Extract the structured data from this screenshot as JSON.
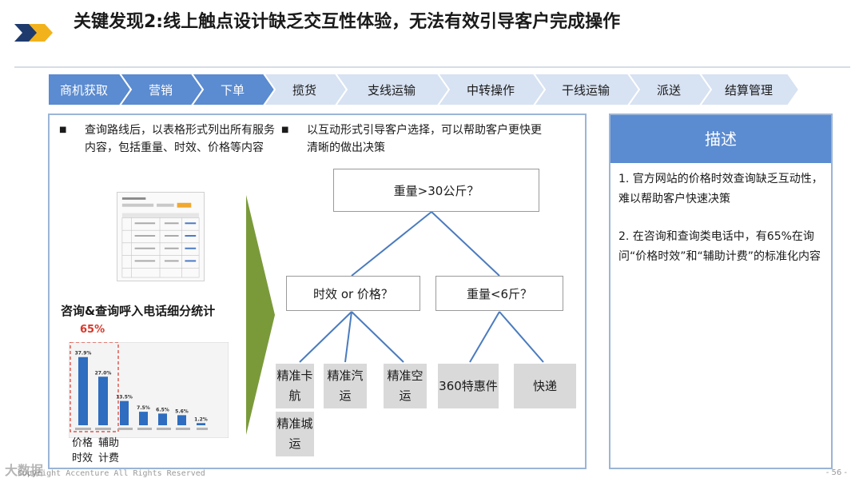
{
  "header": {
    "title": "关键发现2:线上触点设计缺乏交互性体验，无法有效引导客户完成操作"
  },
  "process": [
    {
      "label": "商机获取",
      "active": true
    },
    {
      "label": "营销",
      "active": true
    },
    {
      "label": "下单",
      "active": true
    },
    {
      "label": "揽货",
      "active": false
    },
    {
      "label": "支线运输",
      "active": false
    },
    {
      "label": "中转操作",
      "active": false
    },
    {
      "label": "干线运输",
      "active": false
    },
    {
      "label": "派送",
      "active": false
    },
    {
      "label": "结算管理",
      "active": false
    }
  ],
  "colors": {
    "active_step": "#5b8bd0",
    "inactive_step": "#d7e2f2",
    "panel_border": "#9bb5d6",
    "arrow_green": "#7a9a3a",
    "highlight_red": "#d8382c",
    "bar_blue": "#2e6dbf"
  },
  "left": {
    "bullet1": "查询路线后，以表格形式列出所有服务内容，包括重量、时效、价格等内容",
    "bullet2": "以互动形式引导客户选择，可以帮助客户更快更清晰的做出决策",
    "survey_title": "咨询&查询呼入电话细分统计",
    "highlight_pct": "65%",
    "caption_a": "价格时效",
    "caption_b": "辅助计费"
  },
  "chart_data": {
    "type": "bar",
    "values": [
      37.9,
      27.0,
      13.5,
      7.5,
      6.5,
      5.6,
      1.2
    ],
    "value_labels": [
      "37.9%",
      "27.0%",
      "13.5%",
      "7.5%",
      "6.5%",
      "5.6%",
      "1.2%"
    ],
    "ylim": [
      0,
      40
    ]
  },
  "tree": {
    "root": "重量>30公斤？",
    "left": "时效 or 价格？",
    "right": "重量<6斤？",
    "leaves": [
      "精准卡航",
      "精准汽运",
      "精准空运",
      "360特惠件",
      "快递",
      "精准城运"
    ]
  },
  "description": {
    "header": "描述",
    "item1": "1. 官方网站的价格时效查询缺乏互动性，难以帮助客户快速决策",
    "item2": "2. 在咨询和查询类电话中，有65%在询问“价格时效”和“辅助计费”的标准化内容"
  },
  "footer": {
    "copyright": "Copyright Accenture All Rights Reserved",
    "page": "- 56 -",
    "watermark": "大数据"
  }
}
